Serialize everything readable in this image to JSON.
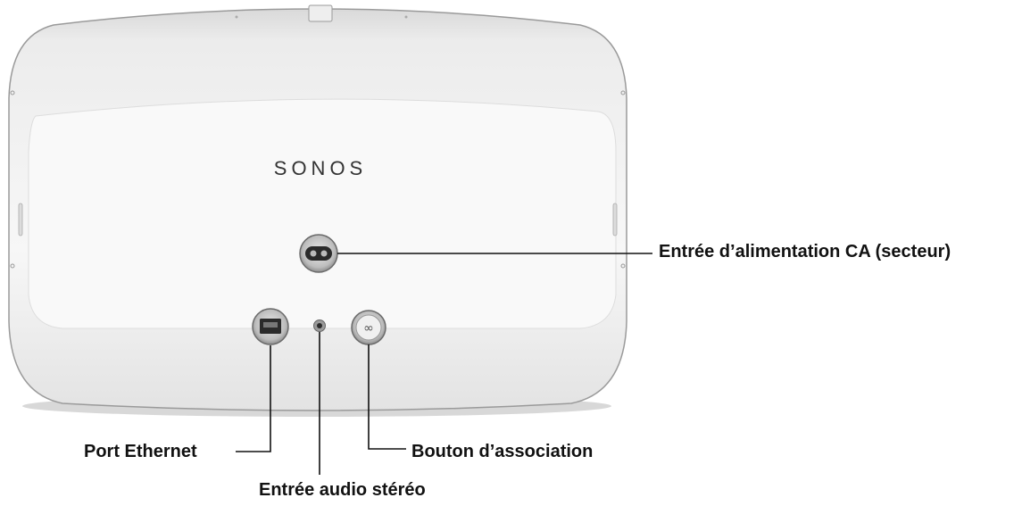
{
  "device": {
    "brand_label": "SONOS"
  },
  "callouts": {
    "power_input": "Entrée d’alimentation CA (secteur)",
    "ethernet_port": "Port Ethernet",
    "audio_input": "Entrée audio stéréo",
    "pairing_button": "Bouton d’association"
  },
  "colors": {
    "device_body": "#f4f4f4",
    "device_shadow": "#c8c8c8",
    "leader_line": "#111111",
    "label_text": "#111111"
  }
}
